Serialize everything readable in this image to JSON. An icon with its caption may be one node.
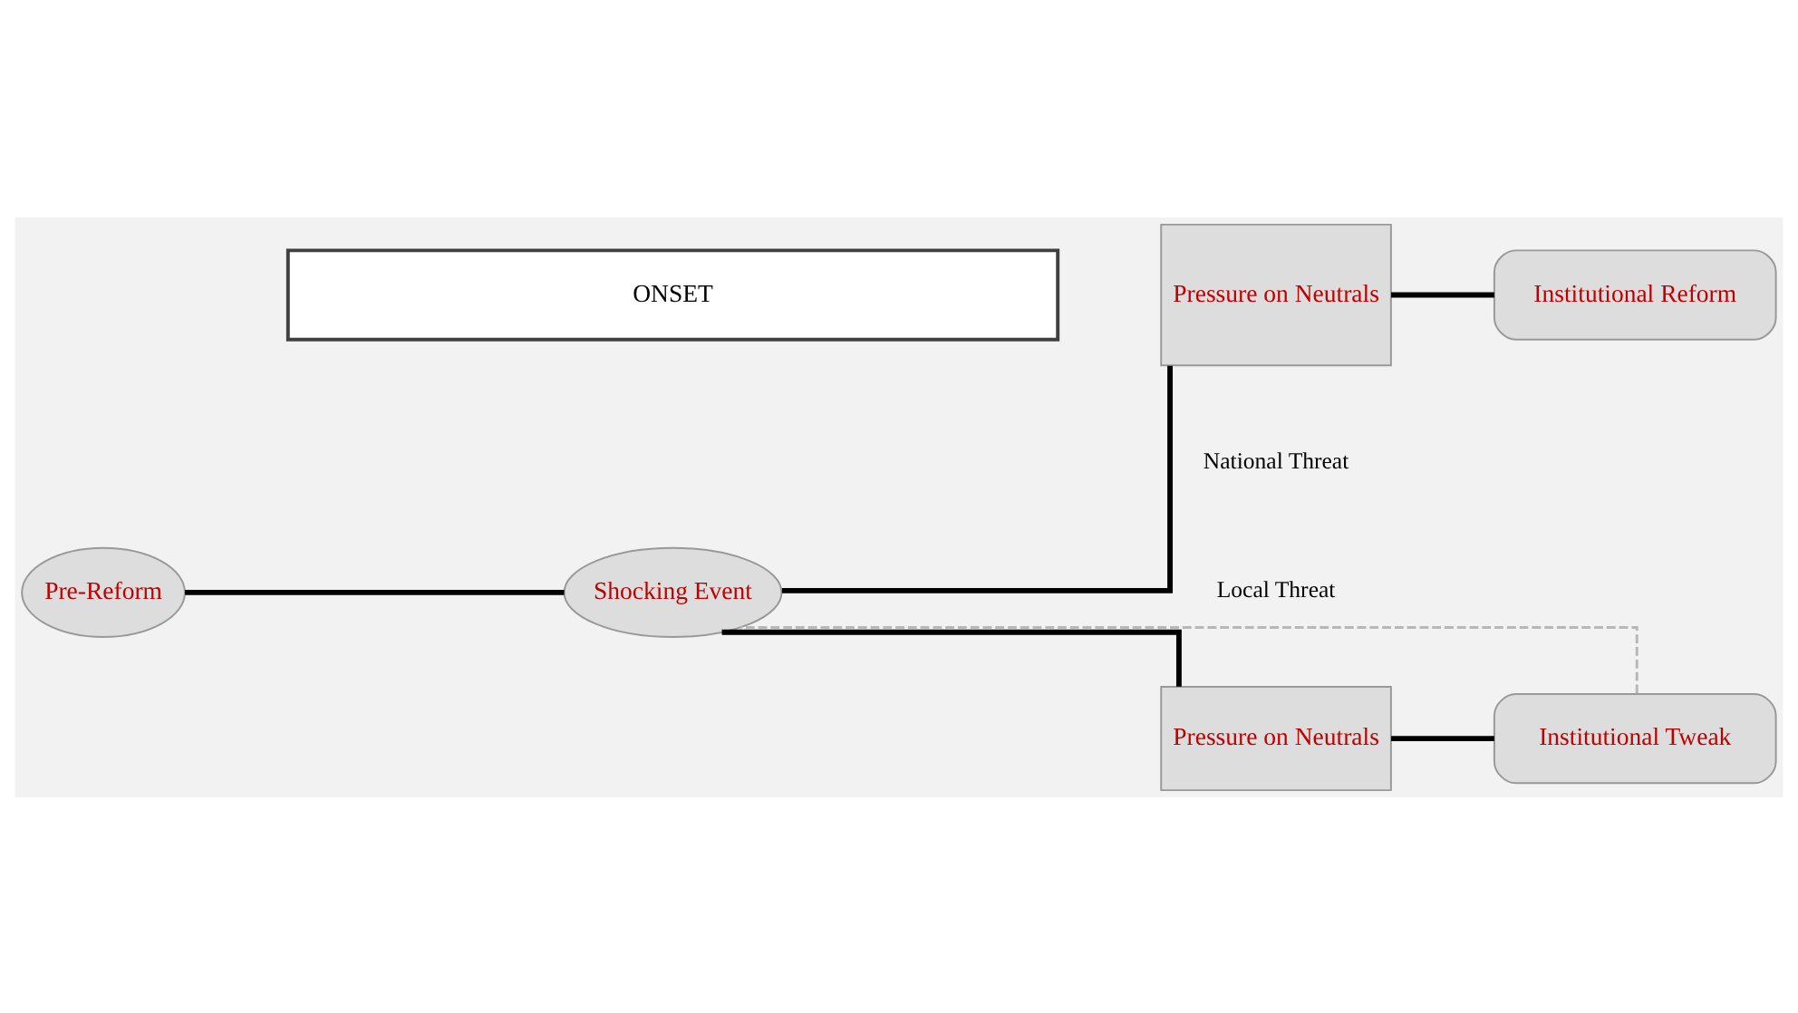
{
  "diagram": {
    "nodes": [
      {
        "text": [
          "ONSET"
        ]
      },
      {
        "text": [
          "Pressure on Neutrals"
        ]
      },
      {
        "text": [
          "Institutional Reform"
        ]
      },
      {
        "text": [
          "Pressure on Neutrals"
        ]
      },
      {
        "text": [
          "Institutional Tweak"
        ]
      },
      {
        "text": [
          "Pre-Reform"
        ]
      },
      {
        "text": [
          "Shocking Event"
        ]
      }
    ],
    "edges": [
      {
        "from": 5,
        "to": 6,
        "arrow": "none"
      },
      {
        "from": 6,
        "to": 1,
        "arrow": "none"
      },
      {
        "from": 6,
        "to": 3,
        "arrow": "none"
      },
      {
        "from": 1,
        "to": 2,
        "arrow": "none"
      },
      {
        "from": 3,
        "to": 4,
        "arrow": "none"
      },
      {
        "from": 4,
        "to": 6,
        "arrow": "none",
        "style": "dashed",
        "color": "#b7b7b7"
      }
    ],
    "labels": [
      "National Threat",
      "Local Threat"
    ]
  }
}
